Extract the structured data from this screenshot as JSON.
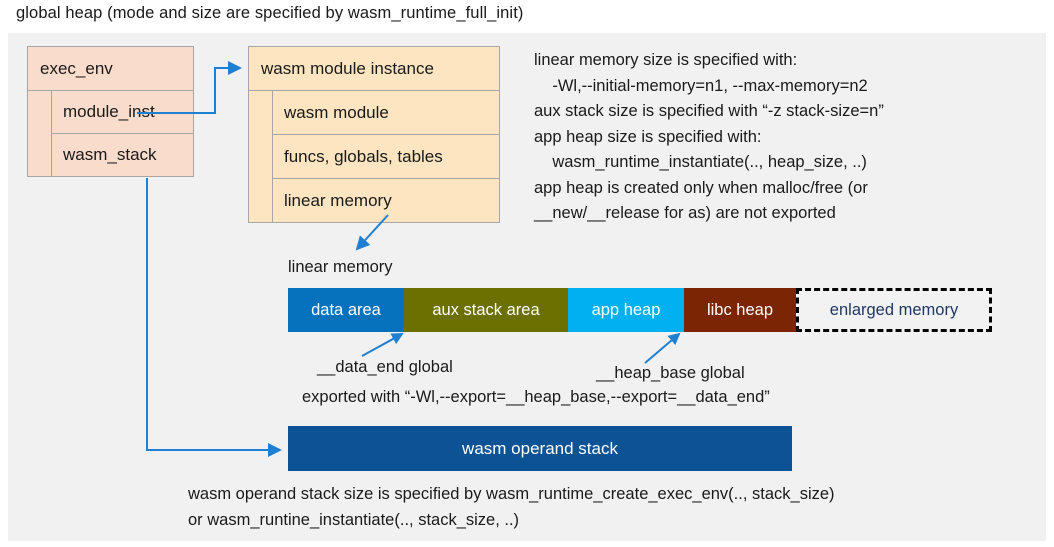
{
  "title": "global heap (mode and size are specified by wasm_runtime_full_init)",
  "exec_env": {
    "header": "exec_env",
    "fields": [
      "module_inst",
      "wasm_stack"
    ]
  },
  "module_instance": {
    "header": "wasm module instance",
    "fields": [
      "wasm module",
      "funcs, globals, tables",
      "linear memory"
    ]
  },
  "side_note": "linear memory size is specified with:\n    -Wl,--initial-memory=n1, --max-memory=n2\naux stack size is specified with “-z stack-size=n”\napp heap size is specified with:\n    wasm_runtime_instantiate(.., heap_size, ..)\napp heap is created only when malloc/free (or\n__new/__release for as) are not exported",
  "linear_memory": {
    "caption": "linear memory",
    "segments": [
      {
        "label": "data area",
        "color": "#0672BD",
        "width": 116,
        "text_color": "#ffffff"
      },
      {
        "label": "aux stack area",
        "color": "#6B7000",
        "width": 164,
        "text_color": "#ffffff"
      },
      {
        "label": "app heap",
        "color": "#00B0F0",
        "width": 116,
        "text_color": "#ffffff"
      },
      {
        "label": "libc heap",
        "color": "#7B2504",
        "width": 112,
        "text_color": "#ffffff"
      },
      {
        "label": "enlarged memory",
        "color": "#F2F2F2",
        "width": 196,
        "text_color": "#1f3864"
      }
    ]
  },
  "annotations": {
    "data_end": "__data_end global",
    "heap_base": "__heap_base global",
    "exported_with": "exported with “-Wl,--export=__heap_base,--export=__data_end”"
  },
  "operand_stack": {
    "label": "wasm operand stack",
    "color": "#0b5394"
  },
  "bottom_note": "wasm operand stack size is specified by wasm_runtime_create_exec_env(.., stack_size)\nor wasm_runtine_instantiate(.., stack_size, ..)",
  "colors": {
    "panel_background": "#f1f1f1",
    "exec_env_fill": "#fadccc",
    "module_instance_fill": "#fce5c0",
    "box_border": "#a6a6a6",
    "connector": "#1f7fd0",
    "text": "#1a1a1a"
  }
}
